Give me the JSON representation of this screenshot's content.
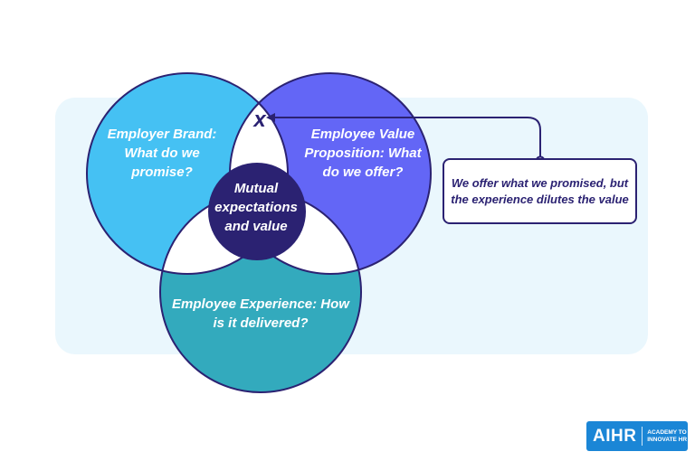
{
  "diagram": {
    "circles": {
      "employer_brand": "Employer Brand: What do we promise?",
      "evp": "Employee Value Proposition: What do we offer?",
      "experience": "Employee Experience: How is it delivered?",
      "center": "Mutual expectations and value"
    },
    "marker": "x",
    "callout": "We offer what we promised, but the experience dilutes the value"
  },
  "logo": {
    "name": "AIHR",
    "tagline_line1": "ACADEMY TO",
    "tagline_line2": "INNOVATE HR"
  },
  "colors": {
    "brand_circle": "#45c1f3",
    "evp_circle": "#6366f6",
    "experience_circle": "#33aabd",
    "center_circle": "#2b2272",
    "outline": "#2b2272",
    "background_panel": "#eaf7fd",
    "logo_bg": "#1b86d6"
  }
}
